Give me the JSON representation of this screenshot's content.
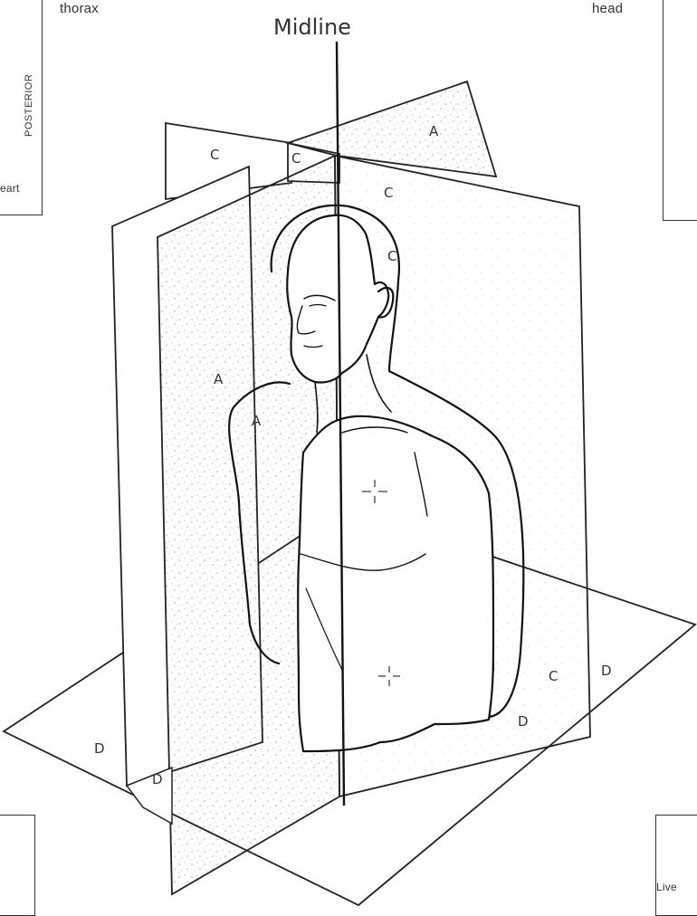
{
  "top_labels": {
    "left": "thorax",
    "right": "head",
    "title": "Midline"
  },
  "inset_left": {
    "vertical_text": "POSTERIOR",
    "partial_text": "eart"
  },
  "inset_bottom_right": {
    "partial_text": "Live"
  },
  "plane_letters": {
    "A": "A",
    "C": "C",
    "D": "D"
  },
  "marks": {
    "crosshair": "-¦-"
  }
}
